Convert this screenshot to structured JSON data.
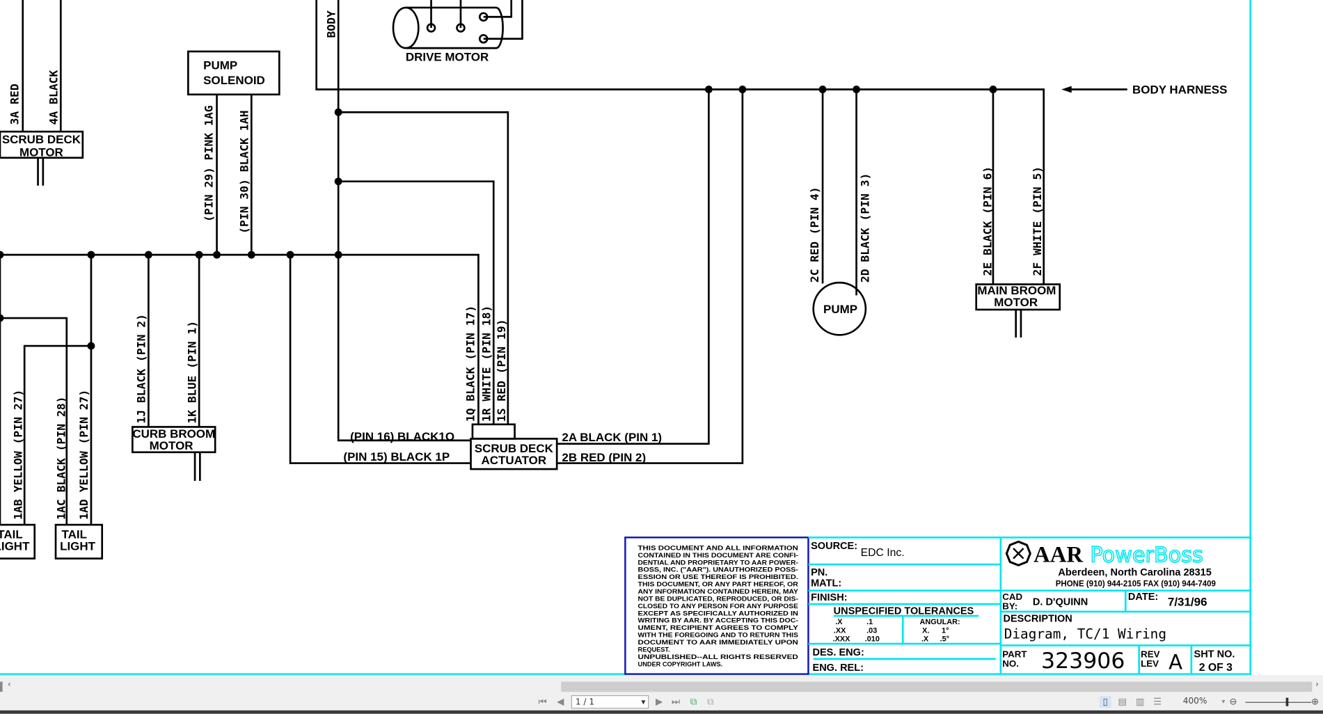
{
  "components": {
    "scrub_deck_motor": [
      "SCRUB DECK",
      "MOTOR"
    ],
    "pump_solenoid": [
      "PUMP",
      "SOLENOID"
    ],
    "drive_motor": "DRIVE MOTOR",
    "curb_broom_motor": [
      "CURB BROOM",
      "MOTOR"
    ],
    "tail_light": [
      "TAIL",
      "LIGHT"
    ],
    "scrub_deck_actuator": [
      "SCRUB DECK",
      "ACTUATOR"
    ],
    "pump": "PUMP",
    "main_broom_motor": [
      "MAIN BROOM",
      "MOTOR"
    ],
    "body_harness": "BODY HARNESS",
    "body": "BODY"
  },
  "wires": {
    "w3a": "3A RED",
    "w4a": "4A BLACK",
    "pin29": "(PIN 29) PINK 1AG",
    "pin30": "(PIN 30) BLACK 1AH",
    "w1j": "1J BLACK (PIN 2)",
    "w1k": "1K BLUE (PIN 1)",
    "w1ab": "1AB YELLOW (PIN 27)",
    "w1ac": "1AC BLACK (PIN 28)",
    "w1ad": "1AD YELLOW (PIN 27)",
    "w1q": "1Q BLACK (PIN 17)",
    "w1r": "1R WHITE (PIN 18)",
    "w1s": "1S RED (PIN 19)",
    "pin16": "(PIN 16) BLACK1O",
    "pin15": "(PIN 15) BLACK 1P",
    "w2a": "2A BLACK (PIN 1)",
    "w2b": "2B RED (PIN 2)",
    "w2c": "2C RED (PIN 4)",
    "w2d": "2D BLACK (PIN 3)",
    "w2e": "2E BLACK (PIN 6)",
    "w2f": "2F WHITE (PIN 5)"
  },
  "title_block": {
    "disclaimer": [
      "THIS DOCUMENT AND ALL INFORMATION",
      "CONTAINED IN THIS DOCUMENT ARE CONFI-",
      "DENTIAL AND PROPRIETARY TO AAR POWER-",
      "BOSS, INC. (\"AAR\"). UNAUTHORIZED POSS-",
      "ESSION OR USE THEREOF IS PROHIBITED.",
      "THIS DOCUMENT, OR ANY PART HEREOF, OR",
      "ANY INFORMATION CONTAINED HEREIN, MAY",
      "NOT BE DUPLICATED, REPRODUCED, OR DIS-",
      "CLOSED TO ANY PERSON FOR ANY PURPOSE",
      "EXCEPT AS SPECIFICALLY AUTHORIZED IN",
      "WRITING BY AAR. BY ACCEPTING THIS DOC-",
      "UMENT, RECIPIENT AGREES TO COMPLY",
      "WITH THE FOREGOING AND TO RETURN THIS",
      "DOCUMENT TO AAR IMMEDIATELY UPON",
      "REQUEST.",
      "UNPUBLISHED--ALL RIGHTS RESERVED",
      "UNDER COPYRIGHT LAWS."
    ],
    "source_label": "SOURCE:",
    "source": "EDC Inc.",
    "pn_label": "PN.",
    "matl_label": "MATL:",
    "finish_label": "FINISH:",
    "tolerances_title": "UNSPECIFIED TOLERANCES",
    "tol_linear": [
      [
        ".X",
        ".1"
      ],
      [
        ".XX",
        ".03"
      ],
      [
        ".XXX",
        ".010"
      ]
    ],
    "angular_label": "ANGULAR:",
    "tol_angular": [
      [
        "X.",
        "1°"
      ],
      [
        ".X",
        ".5°"
      ]
    ],
    "des_eng_label": "DES. ENG:",
    "eng_rel_label": "ENG. REL:",
    "logo_aar": "AAR",
    "logo_powerboss": "PowerBoss",
    "address": "Aberdeen, North Carolina  28315",
    "phone": "PHONE (910) 944-2105  FAX (910) 944-7409",
    "cad_by_label": "CAD BY:",
    "cad_by": "D. D'QUINN",
    "date_label": "DATE:",
    "date": "7/31/96",
    "description_label": "DESCRIPTION",
    "description": "Diagram, TC/1 Wiring",
    "part_label": "PART NO.",
    "part_no": "323906",
    "rev_label": "REV LEV",
    "rev": "A",
    "sheet_label": "SHT NO.",
    "sheet": "2 OF 3",
    "brand_color": "#00e5ee"
  },
  "viewer": {
    "page": "1 / 1",
    "zoom": "400%",
    "icons": [
      "first-page-icon",
      "prev-page-icon",
      "next-page-icon",
      "last-page-icon",
      "single-page-icon",
      "continuous-icon",
      "two-page-icon",
      "two-page-continuous-icon",
      "zoom-out-icon",
      "zoom-in-icon"
    ]
  }
}
